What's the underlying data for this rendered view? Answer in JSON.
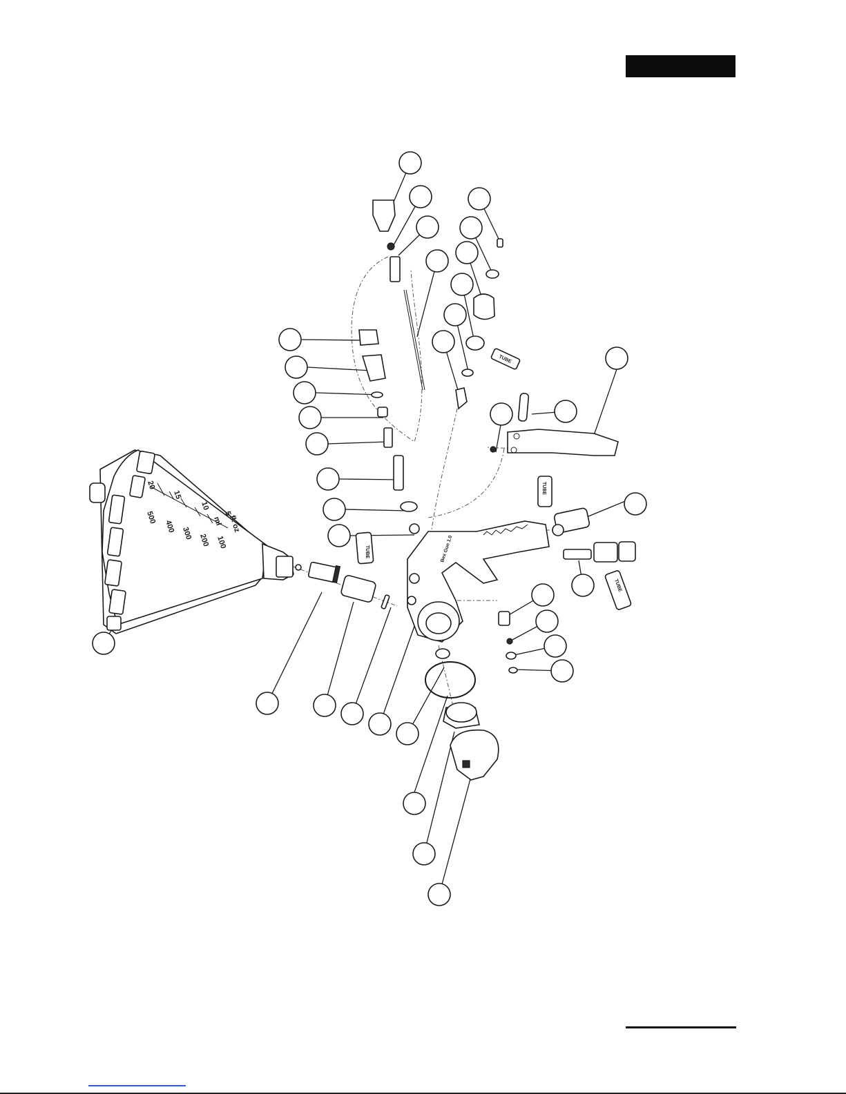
{
  "cup_scale": {
    "ml_label": "ml",
    "ml_ticks": [
      "100",
      "200",
      "300",
      "400",
      "500"
    ],
    "oz_label": "fl. oz",
    "oz_ticks": [
      "5",
      "10",
      "15",
      "20"
    ]
  },
  "gun_body_label": "Bex Gun 1.0",
  "sealant_tube_label": "TUBE",
  "callout_count": 34
}
